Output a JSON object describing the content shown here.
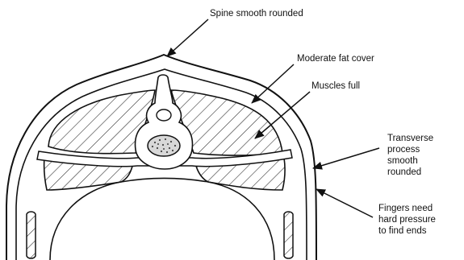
{
  "labels": {
    "spine": "Spine smooth rounded",
    "fat_cover": "Moderate fat cover",
    "muscles": "Muscles full",
    "transverse_process": [
      "Transverse",
      "process",
      "smooth",
      "rounded"
    ],
    "fingers": [
      "Fingers need",
      "hard pressure",
      "to find ends"
    ]
  }
}
